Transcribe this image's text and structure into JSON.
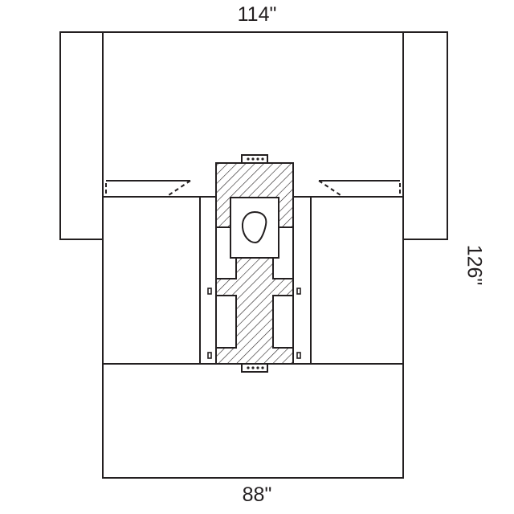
{
  "dimensions": {
    "top_width": "114\"",
    "bottom_width": "88\"",
    "height": "126\""
  },
  "colors": {
    "line": "#231f20",
    "background": "#ffffff"
  }
}
